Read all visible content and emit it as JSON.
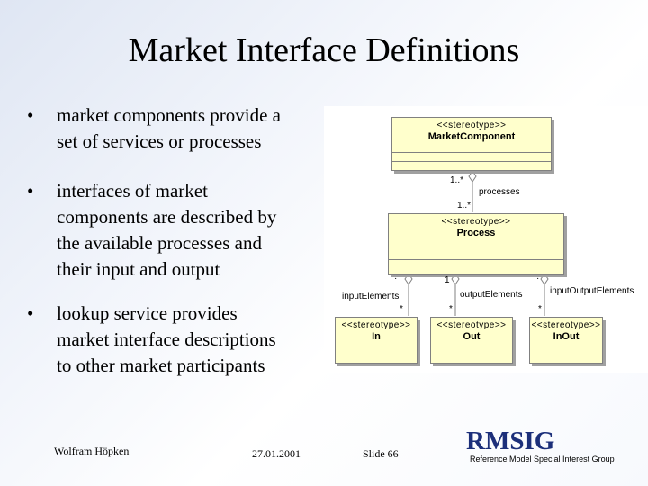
{
  "slide": {
    "title": "Market Interface Definitions",
    "bullet_symbol": "•",
    "bullets": [
      "market components provide a\nset of services or processes",
      "interfaces of market\ncomponents are described by\nthe available processes and\ntheir input and output",
      "lookup service provides\nmarket interface descriptions\nto other market participants"
    ]
  },
  "diagram": {
    "classes": {
      "market_component": {
        "stereotype": "<<stereotype>>",
        "name": "MarketComponent"
      },
      "process": {
        "stereotype": "<<stereotype>>",
        "name": "Process"
      },
      "in": {
        "stereotype": "<<stereotype>>",
        "name": "In"
      },
      "out": {
        "stereotype": "<<stereotype>>",
        "name": "Out"
      },
      "inout": {
        "stereotype": "<<stereotype>>",
        "name": "InOut"
      }
    },
    "labels": {
      "mult_top": "1..*",
      "role_processes": "processes",
      "mult_process_top": "1..*",
      "mult_left_top": "·",
      "mult_mid_top": "1",
      "mult_right_top": "·",
      "role_input": "inputElements",
      "role_output": "outputElements",
      "role_inout": "inputOutputElements",
      "mult_in": "*",
      "mult_out": "*",
      "mult_inout": "*"
    }
  },
  "footer": {
    "author": "Wolfram Höpken",
    "date": "27.01.2001",
    "slide_number": "Slide 66",
    "brand": "RMSIG",
    "brand_subtitle": "Reference Model Special Interest Group"
  },
  "colors": {
    "class_fill": "#ffffcc",
    "brand": "#1c2f7a"
  }
}
